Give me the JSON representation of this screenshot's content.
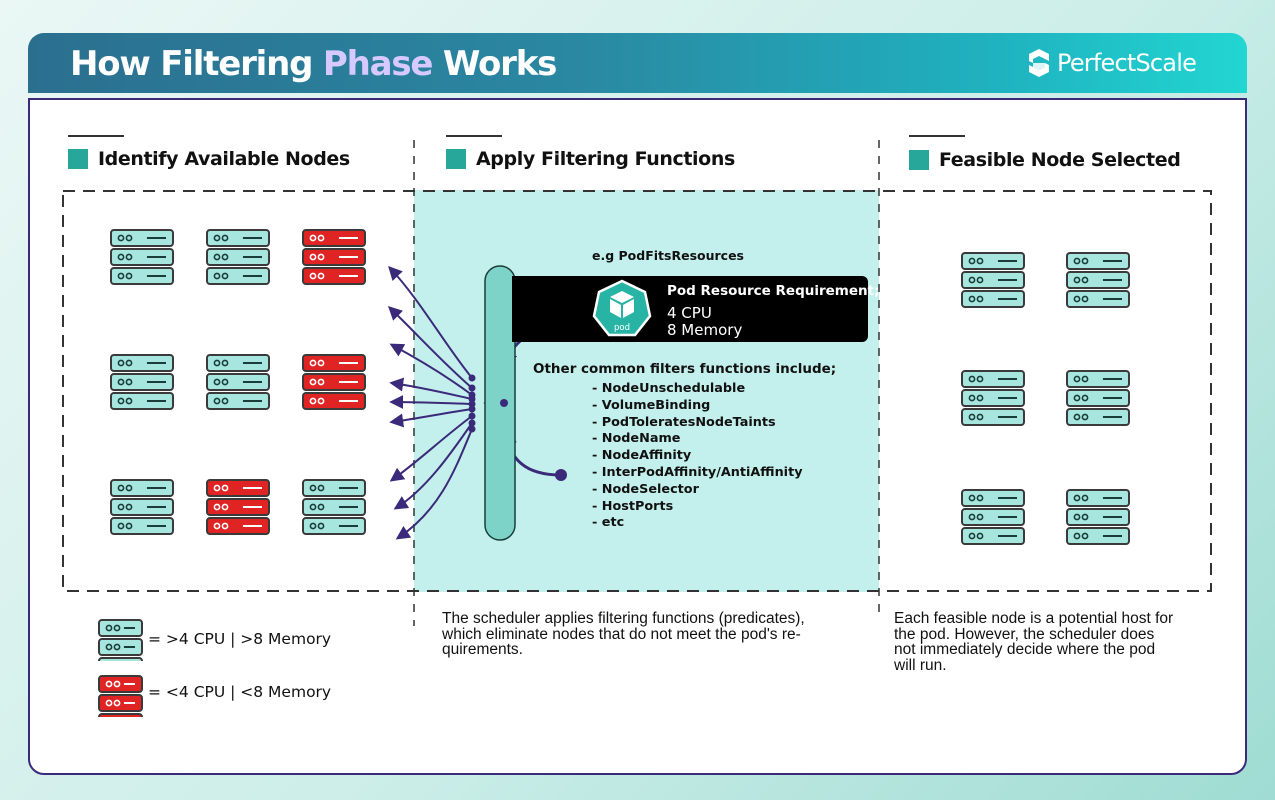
{
  "header": {
    "title_part1": "How Filtering ",
    "title_highlight": "Phase",
    "title_part2": " Works",
    "brand": "PerfectScale",
    "brand_logo_icon": "perfectscale-logo-icon"
  },
  "colors": {
    "accent_teal": "#27a79a",
    "server_good": "#a6e6de",
    "server_bad": "#e02424",
    "arrow_purple": "#3b2a7a",
    "filter_zone": "#c3f0ec"
  },
  "columns": [
    {
      "title": "Identify Available Nodes"
    },
    {
      "title": "Apply Filtering Functions"
    },
    {
      "title": "Feasible Node Selected"
    }
  ],
  "left_grid": {
    "rows": [
      [
        "ok",
        "ok",
        "fail"
      ],
      [
        "ok",
        "ok",
        "fail"
      ],
      [
        "ok",
        "fail",
        "ok"
      ]
    ]
  },
  "right_grid": {
    "rows": [
      [
        "ok",
        "ok"
      ],
      [
        "ok",
        "ok"
      ],
      [
        "ok",
        "ok"
      ]
    ]
  },
  "filter": {
    "example_label": "e.g PodFitsResources",
    "pod_icon_label": "pod",
    "pod_requirement_title": "Pod Resource Requirement;",
    "pod_cpu": "4 CPU",
    "pod_memory": "8 Memory",
    "others_title": "Other common filters functions include;",
    "others": [
      "- NodeUnschedulable",
      "- VolumeBinding",
      "- PodToleratesNodeTaints",
      "- NodeName",
      "- NodeAffinity",
      "- InterPodAffinity/AntiAffinity",
      "- NodeSelector",
      "- HostPorts",
      "- etc"
    ]
  },
  "captions": {
    "middle": [
      "The scheduler applies filtering functions (predicates),",
      "which eliminate nodes that do not meet the pod's re-",
      "quirements."
    ],
    "right": [
      "Each feasible node is a potential host for",
      "the pod. However, the scheduler does",
      "not immediately decide where the pod",
      "will run."
    ]
  },
  "legend": [
    {
      "status": "ok",
      "text": "= >4 CPU | >8 Memory"
    },
    {
      "status": "fail",
      "text": "= <4 CPU | <8 Memory"
    }
  ]
}
